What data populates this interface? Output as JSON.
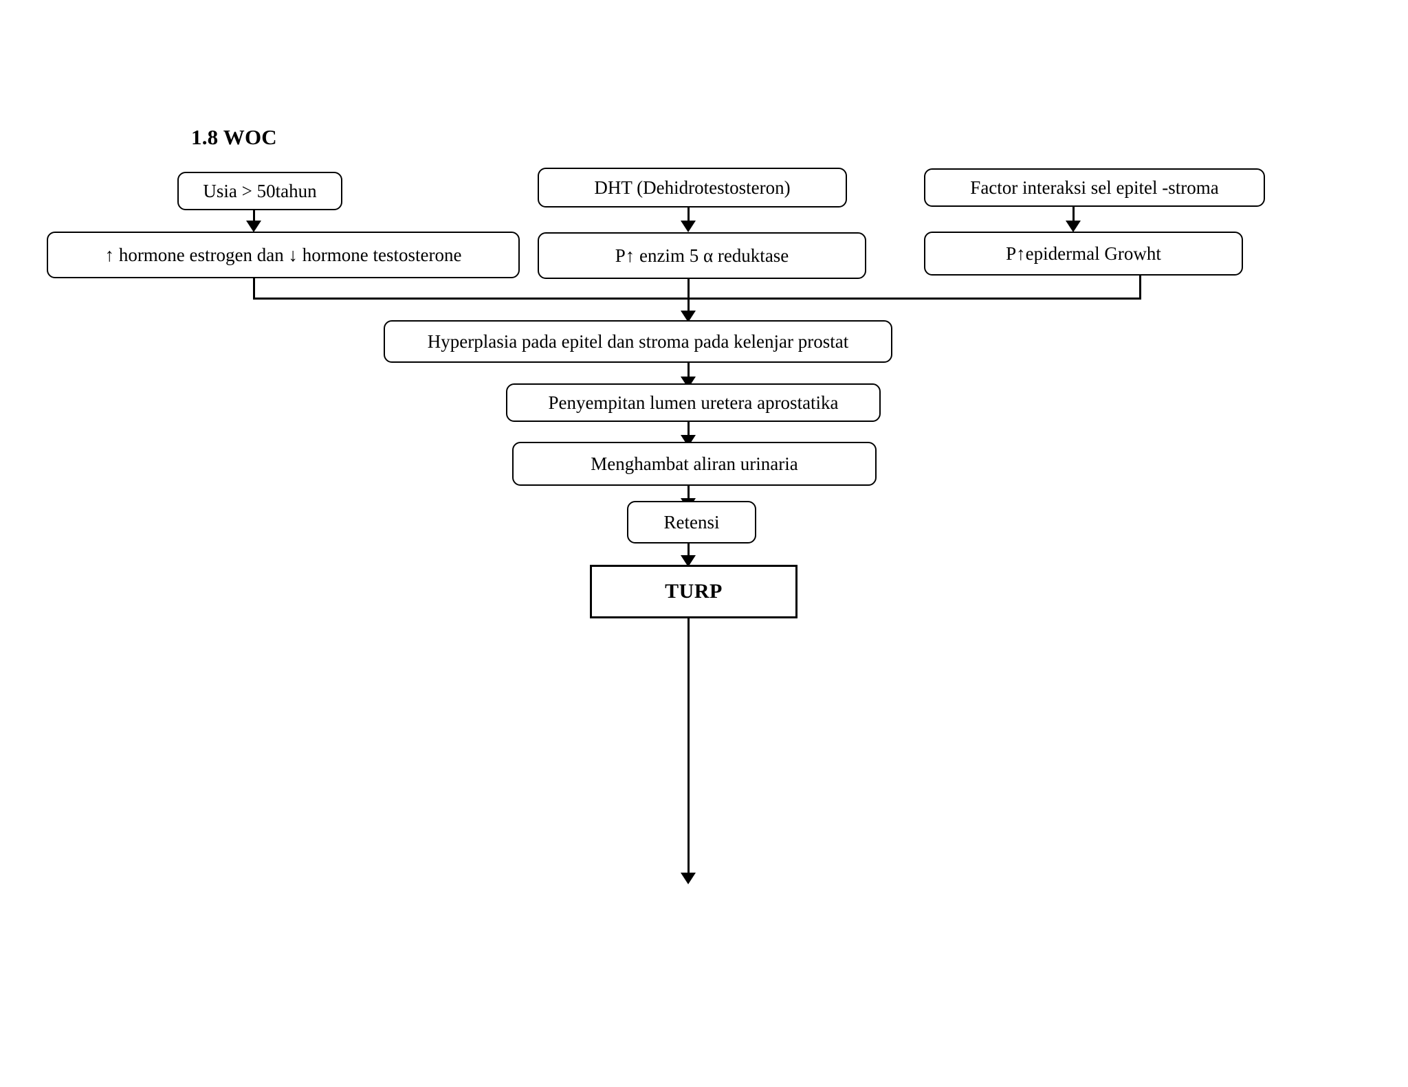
{
  "document": {
    "title": "1.8 WOC"
  },
  "nodes": [
    {
      "id": "usia",
      "label": "Usia > 50tahun",
      "shape": "rounded"
    },
    {
      "id": "dht",
      "label": "DHT (Dehidrotestosteron)",
      "shape": "rounded"
    },
    {
      "id": "factor",
      "label": "Factor interaksi sel epitel -stroma",
      "shape": "rounded"
    },
    {
      "id": "hormone",
      "label": "↑ hormone estrogen dan ↓ hormone testosterone",
      "shape": "rounded"
    },
    {
      "id": "enzim",
      "label": "P↑ enzim 5 α reduktase",
      "shape": "rounded"
    },
    {
      "id": "epidermal",
      "label": "P↑epidermal Growht",
      "shape": "rounded"
    },
    {
      "id": "hyperplasia",
      "label": "Hyperplasia pada epitel dan stroma pada kelenjar prostat",
      "shape": "rounded"
    },
    {
      "id": "penyempitan",
      "label": "Penyempitan lumen uretera aprostatika",
      "shape": "rounded"
    },
    {
      "id": "menghambat",
      "label": "Menghambat aliran urinaria",
      "shape": "rounded"
    },
    {
      "id": "retensi",
      "label": "Retensi",
      "shape": "rounded"
    },
    {
      "id": "turp",
      "label": "TURP",
      "shape": "rectangle"
    }
  ],
  "colors": {
    "stroke": "#000000",
    "background": "#ffffff",
    "text": "#000000"
  }
}
